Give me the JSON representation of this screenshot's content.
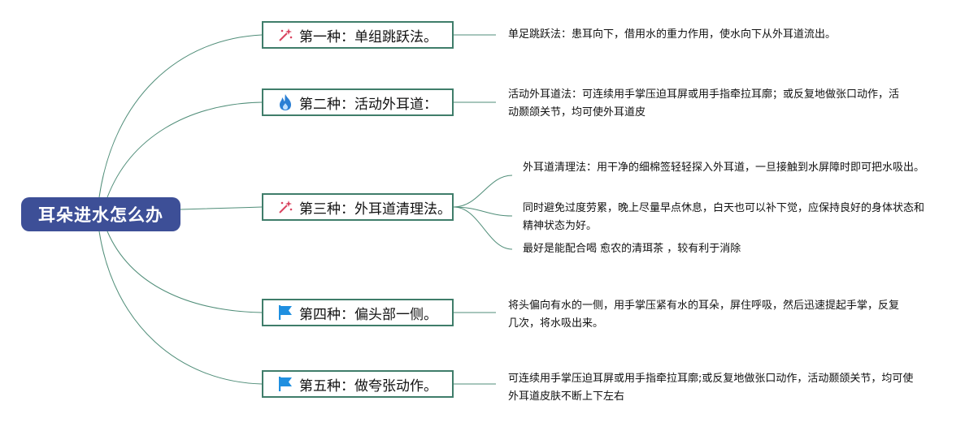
{
  "root": {
    "label": "耳朵进水怎么办"
  },
  "branches": [
    {
      "label": "第一种：单组跳跃法。",
      "icon": "sparkle-wand-icon",
      "notes": [
        "单足跳跃法：患耳向下，借用水的重力作用，使水向下从外耳道流出。"
      ]
    },
    {
      "label": "第二种：活动外耳道：",
      "icon": "flame-icon",
      "notes": [
        "活动外耳道法：可连续用手掌压迫耳屏或用手指牵拉耳廓；或反复地做张口动作，活动颞颌关节，均可使外耳道皮"
      ]
    },
    {
      "label": "第三种：外耳道清理法。",
      "icon": "sparkle-wand-icon",
      "notes": [
        "外耳道清理法：用干净的细棉签轻轻探入外耳道，一旦接触到水屏障时即可把水吸出。",
        "同时避免过度劳累，晚上尽量早点休息，白天也可以补下觉，应保持良好的身体状态和精神状态为好。",
        "最好是能配合喝 愈农的清珥茶 ，较有利于消除"
      ]
    },
    {
      "label": "第四种：偏头部一侧。",
      "icon": "flag-icon",
      "notes": [
        "将头偏向有水的一侧，用手掌压紧有水的耳朵，屏住呼吸，然后迅速提起手掌，反复几次，将水吸出来。"
      ]
    },
    {
      "label": "第五种：做夸张动作。",
      "icon": "flag-icon",
      "notes": [
        "可连续用手掌压迫耳屏或用手指牵拉耳廓;或反复地做张口动作，活动颞颌关节，均可使外耳道皮肤不断上下左右"
      ]
    }
  ],
  "colors": {
    "root": "#3d4f97",
    "connector": "#4f8d78",
    "wand": "#d9435f",
    "flame": "#2a7fd4",
    "flag": "#1f8fe0"
  }
}
